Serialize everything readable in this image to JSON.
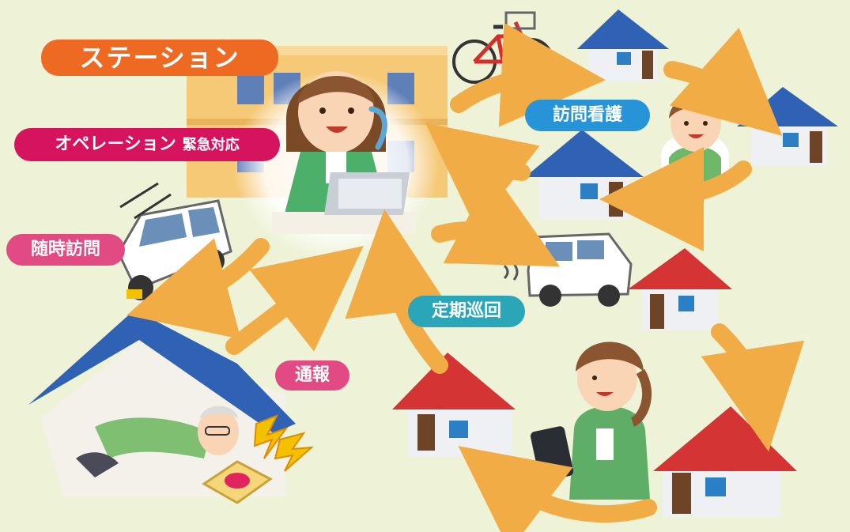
{
  "labels": {
    "station": "ステーション",
    "operation": "オペレーション",
    "operation_sub": "緊急対応",
    "visit_nursing": "訪問看護",
    "on_demand_visit": "随時訪問",
    "regular_patrol": "定期巡回",
    "report": "通報"
  },
  "colors": {
    "background": "#eef2d6",
    "arrow": "#f2ac46",
    "station_label": "#ee6a22",
    "operation_label": "#d6145e",
    "pink_label": "#e14a82",
    "blue_label": "#2694d6",
    "teal_label": "#2aa6b8",
    "roof_blue": "#2f62b5",
    "roof_red": "#d53434"
  }
}
